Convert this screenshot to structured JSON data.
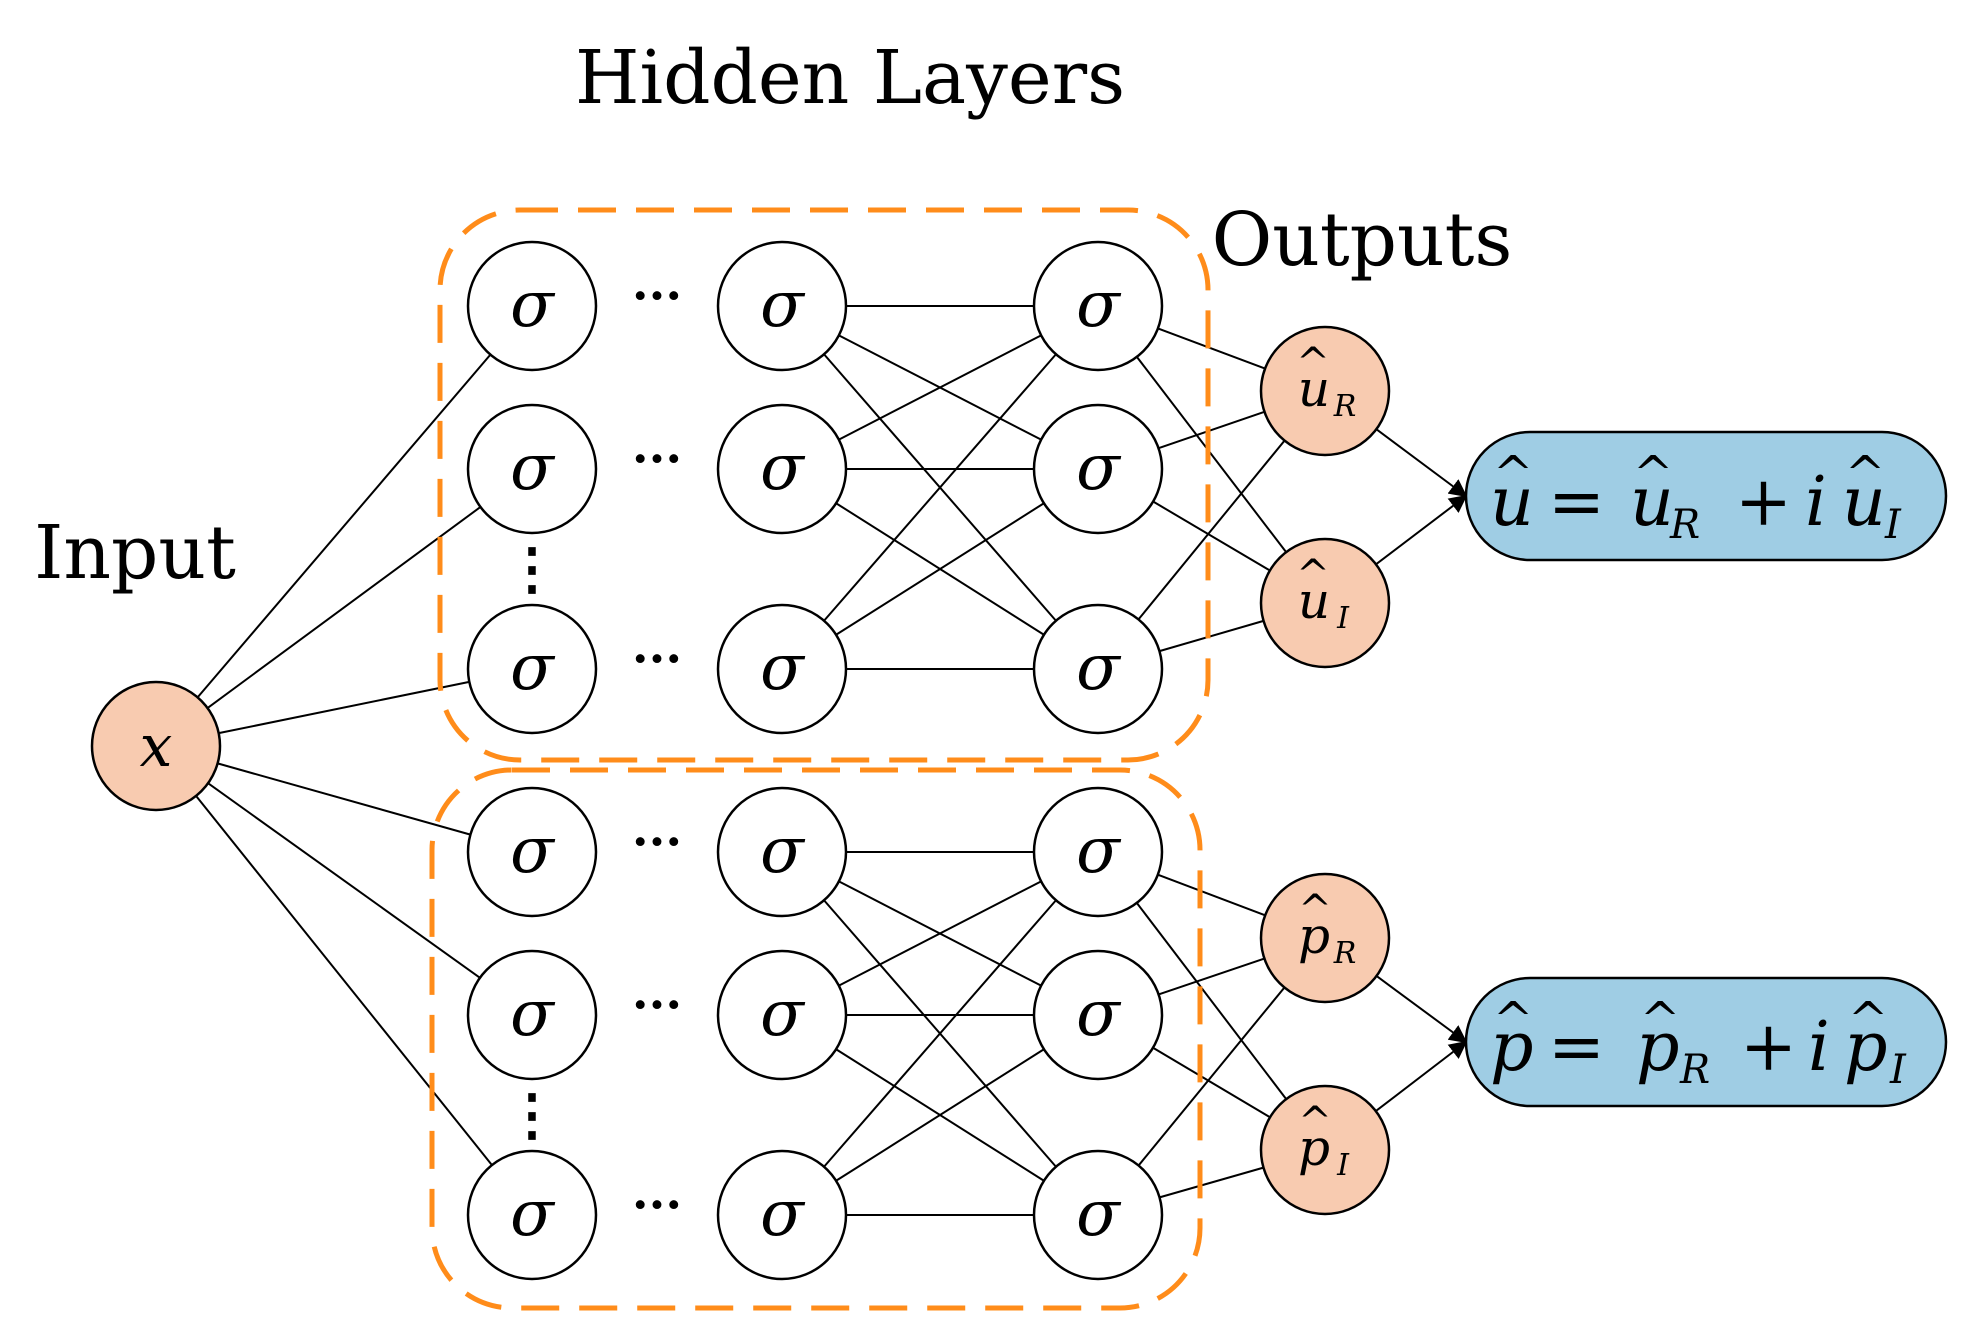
{
  "titles": {
    "hidden_layers": "Hidden Layers",
    "outputs": "Outputs",
    "input": "Input"
  },
  "symbols": {
    "input_node": "x",
    "hidden_node": "σ",
    "ellipsis_horizontal": "···",
    "ellipsis_vertical": "⋮",
    "hat": "^",
    "sub_R": "R",
    "sub_I": "I",
    "u": "u",
    "p": "p",
    "i": "i",
    "equals": "=",
    "plus": "+"
  },
  "colors": {
    "input_fill": "#f8cbb0",
    "output_fill": "#f8cbb0",
    "result_fill": "#9fcde4",
    "dashed_box": "#ff8c1a",
    "line": "#000000"
  },
  "icons": {
    "arrow": "arrowhead"
  }
}
